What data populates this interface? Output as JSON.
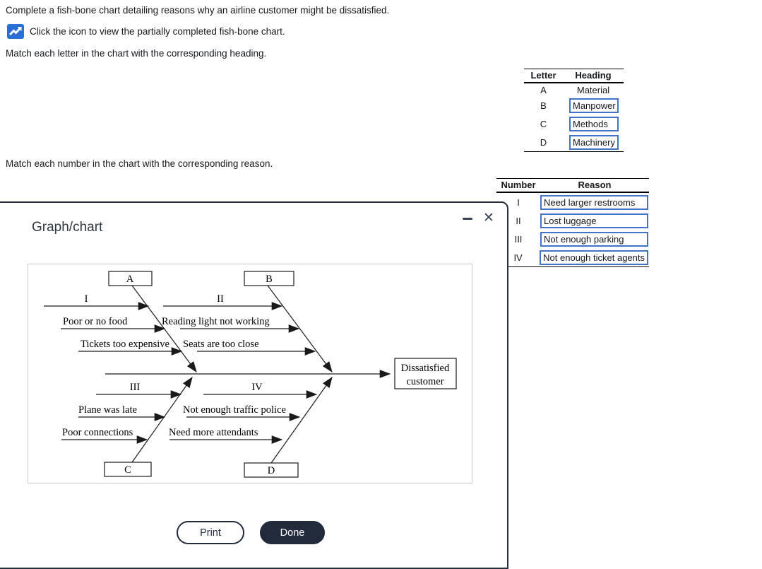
{
  "page": {
    "instruction_1": "Complete a fish-bone chart detailing reasons why an airline customer might be dissatisfied.",
    "icon_instruction": "Click the icon to view the partially completed fish-bone chart.",
    "instruction_2": "Match each letter in the chart with the corresponding heading.",
    "instruction_3": "Match each number in the chart with the corresponding reason."
  },
  "letter_table": {
    "headers": {
      "letter": "Letter",
      "heading": "Heading"
    },
    "rows": [
      {
        "letter": "A",
        "heading": "Material"
      },
      {
        "letter": "B",
        "heading": "Manpower"
      },
      {
        "letter": "C",
        "heading": "Methods"
      },
      {
        "letter": "D",
        "heading": "Machinery"
      }
    ]
  },
  "number_table": {
    "headers": {
      "number": "Number",
      "reason": "Reason"
    },
    "rows": [
      {
        "number": "I",
        "reason": "Need larger restrooms"
      },
      {
        "number": "II",
        "reason": "Lost luggage"
      },
      {
        "number": "III",
        "reason": "Not enough parking"
      },
      {
        "number": "IV",
        "reason": "Not enough ticket agents"
      }
    ]
  },
  "modal": {
    "title": "Graph/chart",
    "close_glyph": "✕",
    "print_button": "Print",
    "done_button": "Done"
  },
  "fishbone": {
    "effect_line1": "Dissatisfied",
    "effect_line2": "customer",
    "categories": [
      {
        "letter": "A",
        "numeral": "I",
        "cause1": "Poor or no food",
        "cause2": "Tickets too expensive"
      },
      {
        "letter": "B",
        "numeral": "II",
        "cause1": "Reading light not working",
        "cause2": "Seats are too close"
      },
      {
        "letter": "C",
        "numeral": "III",
        "cause1": "Plane was late",
        "cause2": "Poor connections"
      },
      {
        "letter": "D",
        "numeral": "IV",
        "cause1": "Not enough traffic police",
        "cause2": "Need more attendants"
      }
    ]
  },
  "colors": {
    "answer_box_blue": "#4472c4",
    "icon_blue": "#2a6fd6",
    "dark_navy": "#222b3b"
  }
}
